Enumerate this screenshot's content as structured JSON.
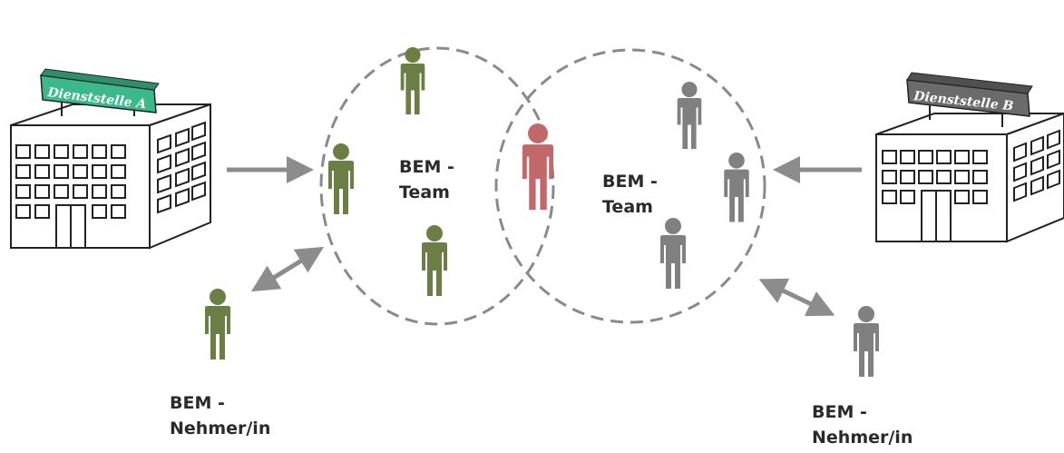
{
  "diagram": {
    "buildings": [
      {
        "id": "a",
        "sign": "Dienststelle A",
        "sign_color": "#3bb98a"
      },
      {
        "id": "b",
        "sign": "Dienststelle B",
        "sign_color": "#6b6b6b"
      }
    ],
    "colors": {
      "team_a_person": "#6b7f44",
      "team_b_person": "#808080",
      "shared_person": "#c2676a",
      "circle_stroke": "#8a8a8a",
      "arrow": "#8c8c8c"
    },
    "labels": {
      "team_a": {
        "line1": "BEM -",
        "line2": "Team"
      },
      "team_b": {
        "line1": "BEM -",
        "line2": "Team"
      },
      "nehmer_a": {
        "line1": "BEM -",
        "line2": "Nehmer/in"
      },
      "nehmer_b": {
        "line1": "BEM -",
        "line2": "Nehmer/in"
      }
    }
  }
}
